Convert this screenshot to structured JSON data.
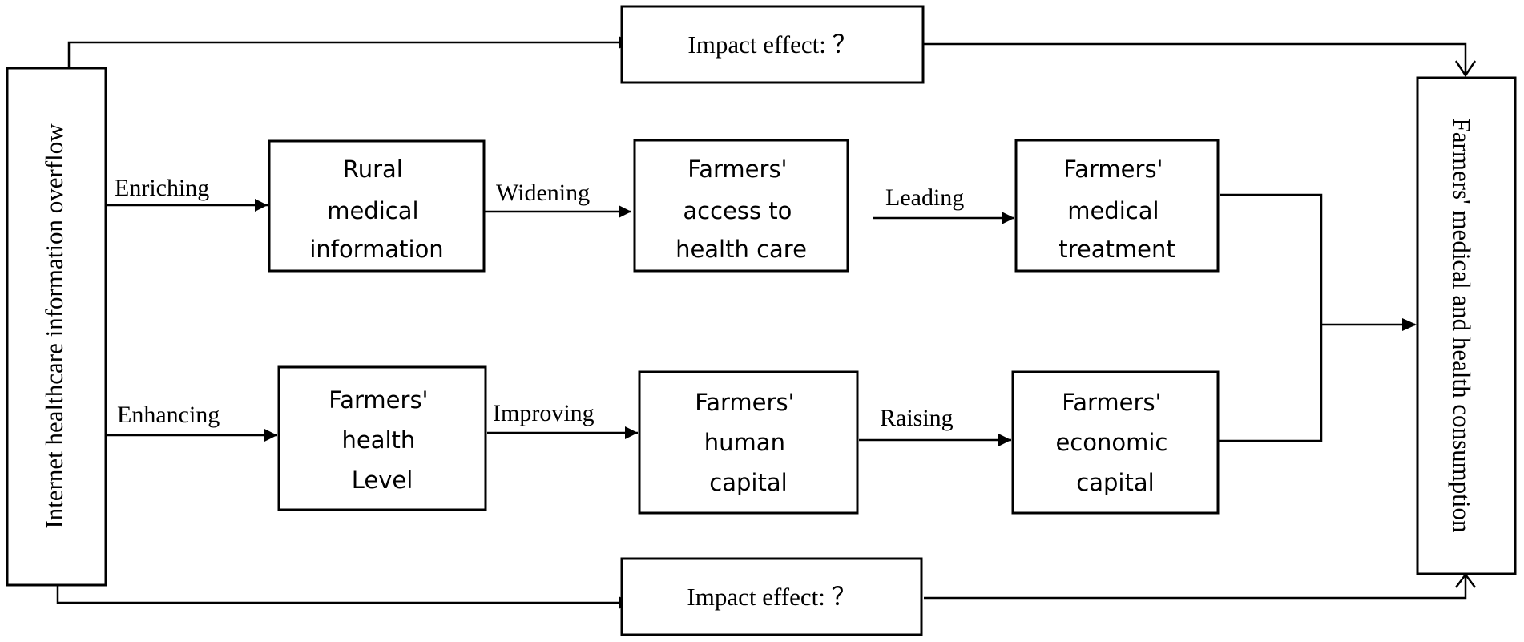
{
  "diagram": {
    "left_node": "Internet healthcare information overflow",
    "right_node": "Farmers' medical and health consumption",
    "impact_top": "Impact effect: ？",
    "impact_bottom": "Impact effect: ？",
    "top_path": {
      "label1": "Enriching",
      "box1": [
        "Rural",
        "medical",
        "information"
      ],
      "label2": "Widening",
      "box2": [
        "Farmers'",
        "access to",
        "health care"
      ],
      "label3": "Leading",
      "box3": [
        "Farmers'",
        "medical",
        "treatment"
      ]
    },
    "bottom_path": {
      "label1": "Enhancing",
      "box1": [
        "Farmers'",
        "health",
        "Level"
      ],
      "label2": "Improving",
      "box2": [
        "Farmers'",
        "human",
        "capital"
      ],
      "label3": "Raising",
      "box3": [
        "Farmers'",
        "economic",
        "capital"
      ]
    }
  }
}
